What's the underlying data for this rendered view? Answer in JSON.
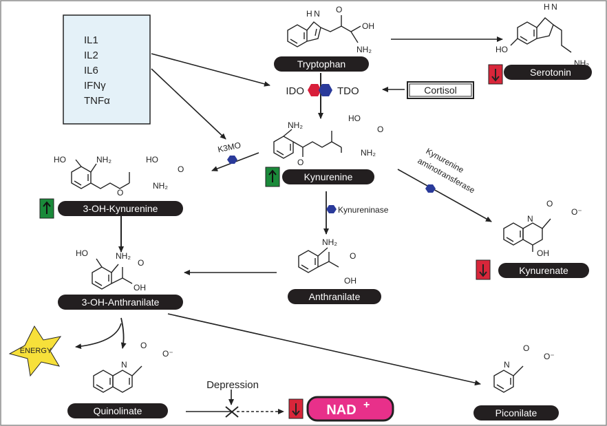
{
  "cytokines": [
    "IL1",
    "IL2",
    "IL6",
    "IFNγ",
    "TNFα"
  ],
  "metabolites": {
    "tryptophan": "Tryptophan",
    "serotonin": "Serotonin",
    "kynurenine": "Kynurenine",
    "oh_kynurenine": "3-OH-Kynurenine",
    "oh_anthranilate": "3-OH-Anthranilate",
    "anthranilate": "Anthranilate",
    "kynurenate": "Kynurenate",
    "quinolinate": "Quinolinate",
    "piconilate": "Piconilate"
  },
  "enzymes": {
    "ido": "IDO",
    "tdo": "TDO",
    "k3mo": "K3MO",
    "kynureninase": "Kynureninase",
    "kat_line1": "Kynurenine",
    "kat_line2": "aminotransferase"
  },
  "modifiers": {
    "cortisol": "Cortisol",
    "energy": "ENERGY",
    "depression": "Depression",
    "nad": "NAD",
    "nad_sup": "+"
  },
  "atoms": {
    "nh": "H N",
    "nh2": "NH₂",
    "oh": "OH",
    "ho": "HO",
    "o": "O",
    "o_minus": "O⁻",
    "n": "N",
    "h": "H"
  },
  "colors": {
    "pill": "#231f20",
    "up_arrow_bg": "#1a8a3a",
    "down_arrow_bg": "#d8263a",
    "ido_hex": "#d81e3a",
    "tdo_hex": "#2a3a9a",
    "enzyme_hex": "#2a3a9a",
    "energy_star": "#f7e03a",
    "nad_fill": "#e8308a",
    "cytokine_box": "#e4f1f8"
  }
}
